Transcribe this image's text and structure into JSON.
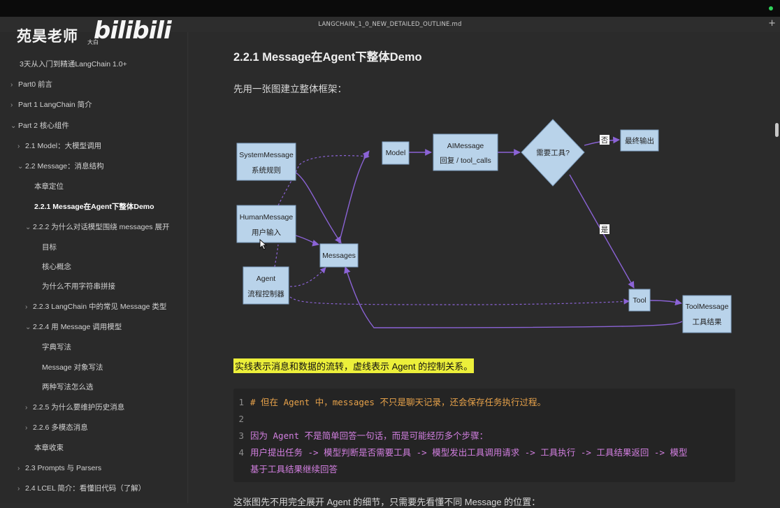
{
  "window": {
    "file_title": "LANGCHAIN_1_0_NEW_DETAILED_OUTLINE.md",
    "new_tab_label": "+"
  },
  "logo": {
    "text_zh": "苑昊老师",
    "text_bili": "bilibili",
    "text_small": "大白"
  },
  "sidebar": {
    "items": [
      {
        "label": "3天从入门到精通LangChain 1.0+",
        "indent": 0,
        "chevron": "",
        "active": false
      },
      {
        "label": "Part0 前言",
        "indent": 0,
        "chevron": "›",
        "active": false
      },
      {
        "label": "Part 1 LangChain 简介",
        "indent": 0,
        "chevron": "›",
        "active": false
      },
      {
        "label": "Part 2 核心组件",
        "indent": 0,
        "chevron": "⌄",
        "active": false
      },
      {
        "label": "2.1 Model：大模型调用",
        "indent": 1,
        "chevron": "›",
        "active": false
      },
      {
        "label": "2.2 Message：消息结构",
        "indent": 1,
        "chevron": "⌄",
        "active": false
      },
      {
        "label": "本章定位",
        "indent": 2,
        "chevron": "",
        "active": false
      },
      {
        "label": "2.2.1 Message在Agent下整体Demo",
        "indent": 2,
        "chevron": "",
        "active": true
      },
      {
        "label": "2.2.2 为什么对话模型围绕 messages 展开",
        "indent": 2,
        "chevron": "⌄",
        "active": false
      },
      {
        "label": "目标",
        "indent": 3,
        "chevron": "",
        "active": false
      },
      {
        "label": "核心概念",
        "indent": 3,
        "chevron": "",
        "active": false
      },
      {
        "label": "为什么不用字符串拼接",
        "indent": 3,
        "chevron": "",
        "active": false
      },
      {
        "label": "2.2.3 LangChain 中的常见 Message 类型",
        "indent": 2,
        "chevron": "›",
        "active": false
      },
      {
        "label": "2.2.4 用 Message 调用模型",
        "indent": 2,
        "chevron": "⌄",
        "active": false
      },
      {
        "label": "字典写法",
        "indent": 3,
        "chevron": "",
        "active": false
      },
      {
        "label": "Message 对象写法",
        "indent": 3,
        "chevron": "",
        "active": false
      },
      {
        "label": "两种写法怎么选",
        "indent": 3,
        "chevron": "",
        "active": false
      },
      {
        "label": "2.2.5 为什么要维护历史消息",
        "indent": 2,
        "chevron": "›",
        "active": false
      },
      {
        "label": "2.2.6 多模态消息",
        "indent": 2,
        "chevron": "›",
        "active": false
      },
      {
        "label": "本章收束",
        "indent": 2,
        "chevron": "",
        "active": false
      },
      {
        "label": "2.3 Prompts 与 Parsers",
        "indent": 1,
        "chevron": "›",
        "active": false
      },
      {
        "label": "2.4 LCEL 简介：看懂旧代码（了解）",
        "indent": 1,
        "chevron": "›",
        "active": false
      }
    ]
  },
  "main": {
    "heading": "2.2.1 Message在Agent下整体Demo",
    "intro": "先用一张图建立整体框架：",
    "highlight": "实线表示消息和数据的流转，虚线表示 Agent 的控制关系。",
    "bottom_text": "这张图先不用完全展开 Agent 的细节，只需要先看懂不同 Message 的位置：",
    "code_lines": [
      {
        "n": "1",
        "text": "# 但在 Agent 中，messages 不只是聊天记录，还会保存任务执行过程。",
        "kind": "comment"
      },
      {
        "n": "2",
        "text": "",
        "kind": "text"
      },
      {
        "n": "3",
        "text": "因为 Agent 不是简单回答一句话，而是可能经历多个步骤：",
        "kind": "text"
      },
      {
        "n": "4",
        "text": "用户提出任务 -> 模型判断是否需要工具 -> 模型发出工具调用请求 -> 工具执行 -> 工具结果返回 -> 模型",
        "kind": "text"
      },
      {
        "n": "",
        "text": "基于工具结果继续回答",
        "kind": "text"
      }
    ]
  },
  "diagram": {
    "nodes": {
      "system": {
        "l1": "SystemMessage",
        "l2": "系统规则"
      },
      "human": {
        "l1": "HumanMessage",
        "l2": "用户输入"
      },
      "agent": {
        "l1": "Agent",
        "l2": "流程控制器"
      },
      "messages": {
        "l1": "Messages"
      },
      "model": {
        "l1": "Model"
      },
      "ai": {
        "l1": "AIMessage",
        "l2": "回复 / tool_calls"
      },
      "decision": {
        "l1": "需要工具?"
      },
      "final": {
        "l1": "最终输出"
      },
      "tool": {
        "l1": "Tool"
      },
      "toolmsg": {
        "l1": "ToolMessage",
        "l2": "工具结果"
      }
    },
    "labels": {
      "no": "否",
      "yes": "是"
    },
    "colors": {
      "node_fill": "#b9d3ea",
      "node_stroke": "#7f9fc0",
      "edge": "#8b63d6"
    }
  }
}
